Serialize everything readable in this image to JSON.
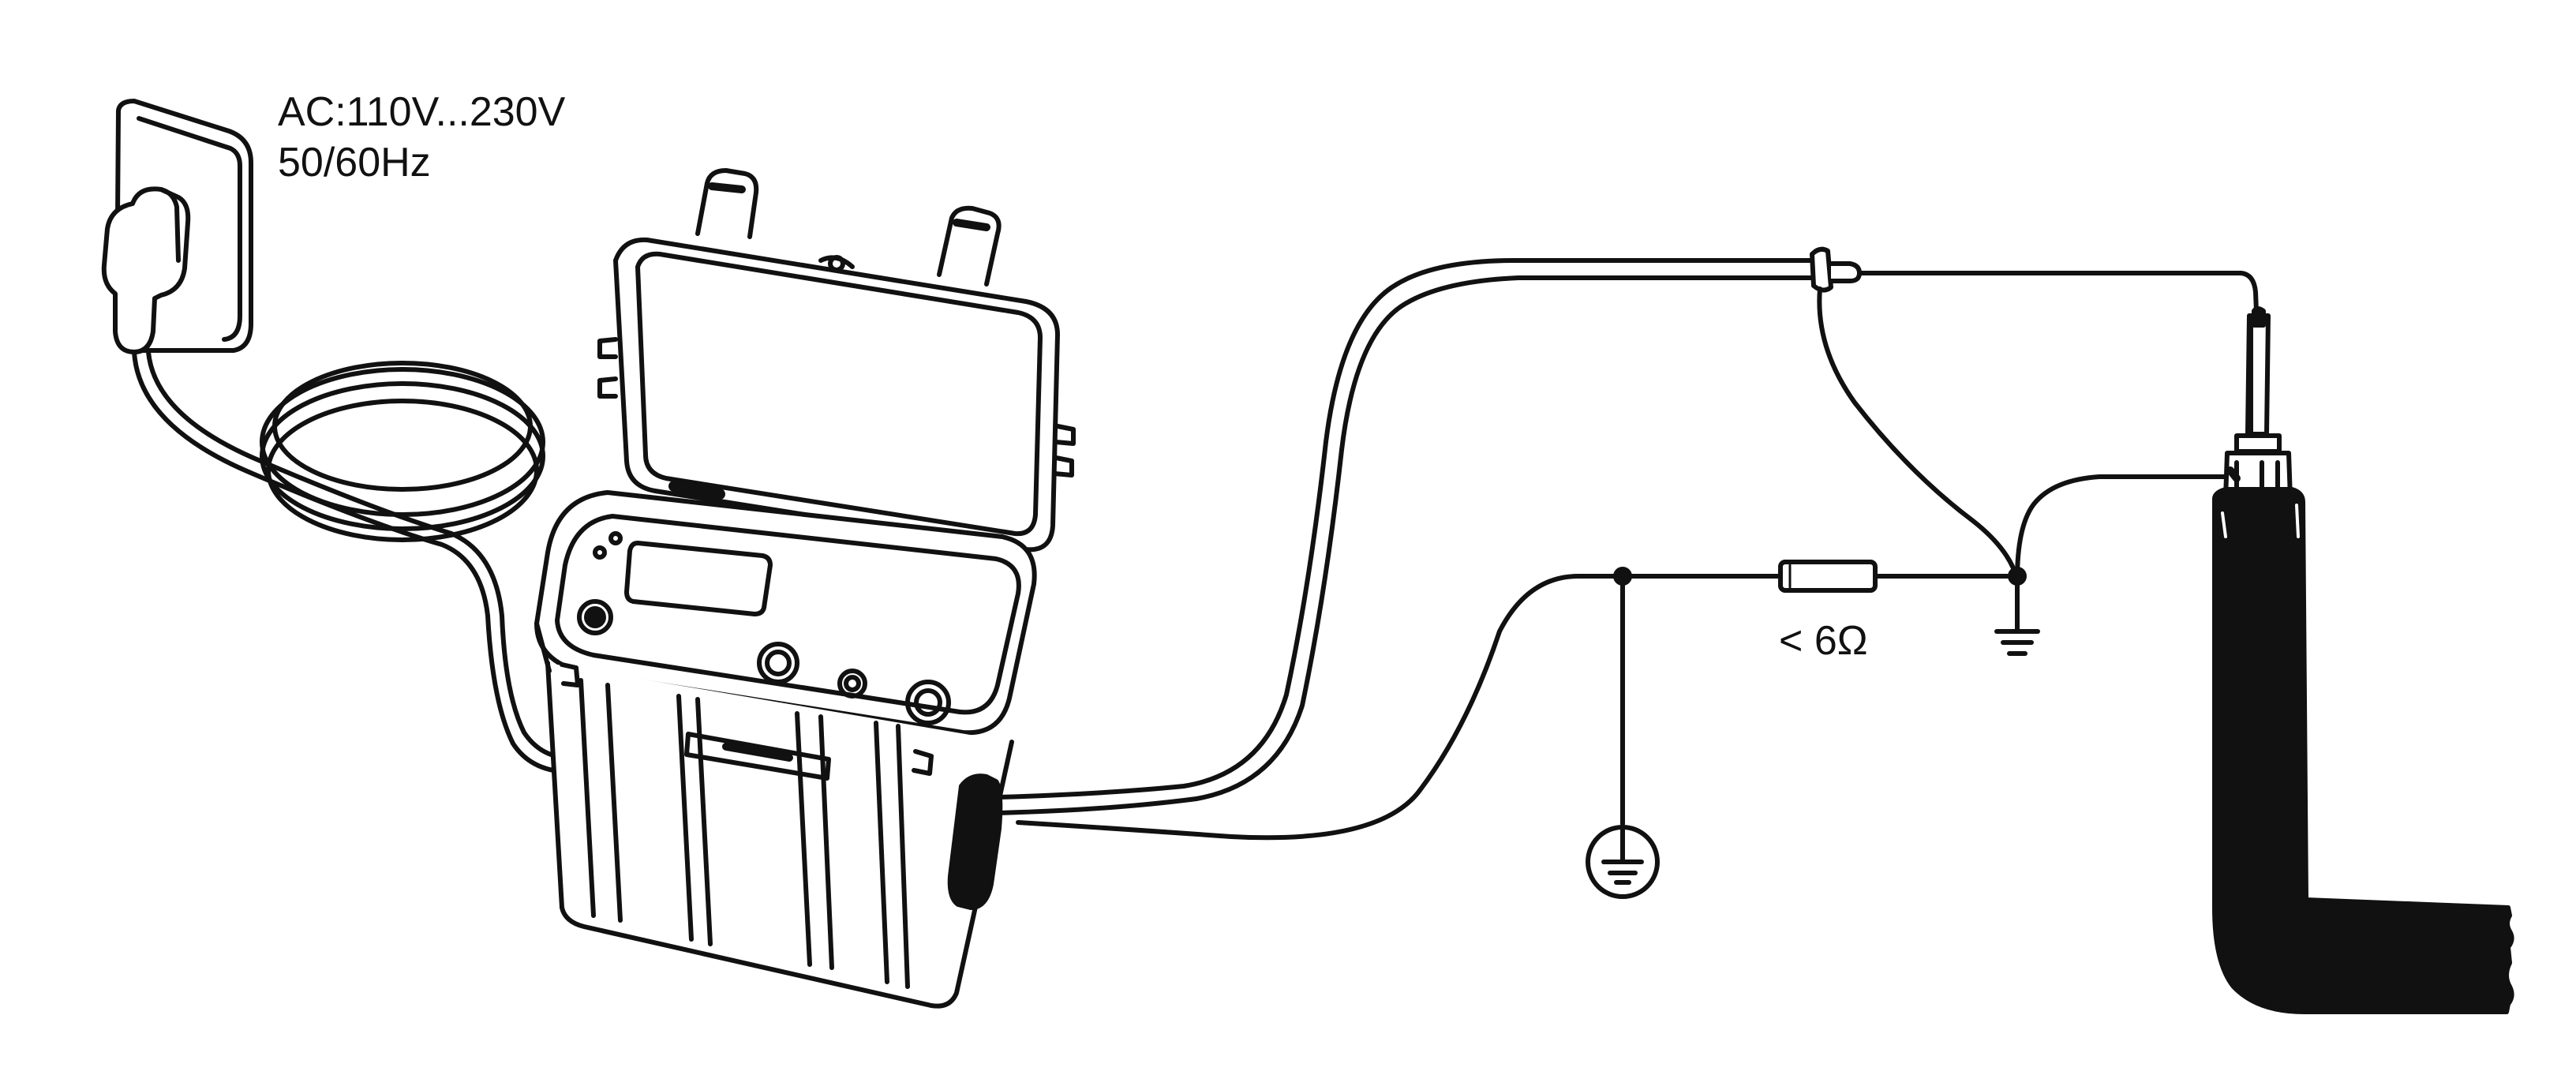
{
  "diagram": {
    "power_supply": {
      "voltage_text": "AC:110V...230V",
      "frequency_text": "50/60Hz"
    },
    "grounding_resistor": {
      "value_text": "< 6Ω"
    },
    "components": [
      "wall-socket",
      "power-plug",
      "power-cable-coil",
      "test-device-case",
      "test-lead",
      "cable-termination",
      "ground-electrode",
      "resistor",
      "ground-symbol",
      "buried-cable"
    ],
    "colors": {
      "stroke": "#111111",
      "fill": "#ffffff",
      "cable_fill": "#111111"
    }
  }
}
